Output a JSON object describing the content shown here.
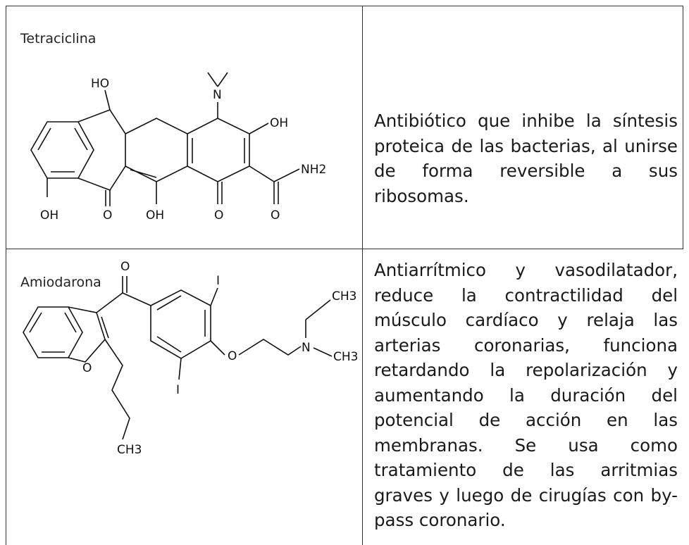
{
  "rows": [
    {
      "name": "Tetraciclina",
      "description": "Antibiótico que inhibe la síntesis proteica de las bacterias, al unirse de forma reversible a sus ribosomas.",
      "atom_labels": {
        "ho": "HO",
        "n": "N",
        "oh_right": "OH",
        "nh2": "NH2",
        "oh_bl": "OH",
        "o1": "O",
        "oh_mid": "OH",
        "o2": "O",
        "o3": "O"
      }
    },
    {
      "name": "Amiodarona",
      "description": "Antiarrítmico y vasodilatador, reduce la contractilidad del músculo cardíaco y relaja las arterias coronarias, funciona retardando la repolarización y aumentando la duración del potencial de acción en las membranas. Se usa como tratamiento de las arritmias graves y luego de cirugías con by-pass coronario.",
      "atom_labels": {
        "o_top": "O",
        "i_top": "I",
        "ch3_a": "CH3",
        "o_ring": "O",
        "o_ether": "O",
        "n": "N",
        "ch3_b": "CH3",
        "i_bot": "I",
        "ch3_c": "CH3"
      }
    }
  ]
}
